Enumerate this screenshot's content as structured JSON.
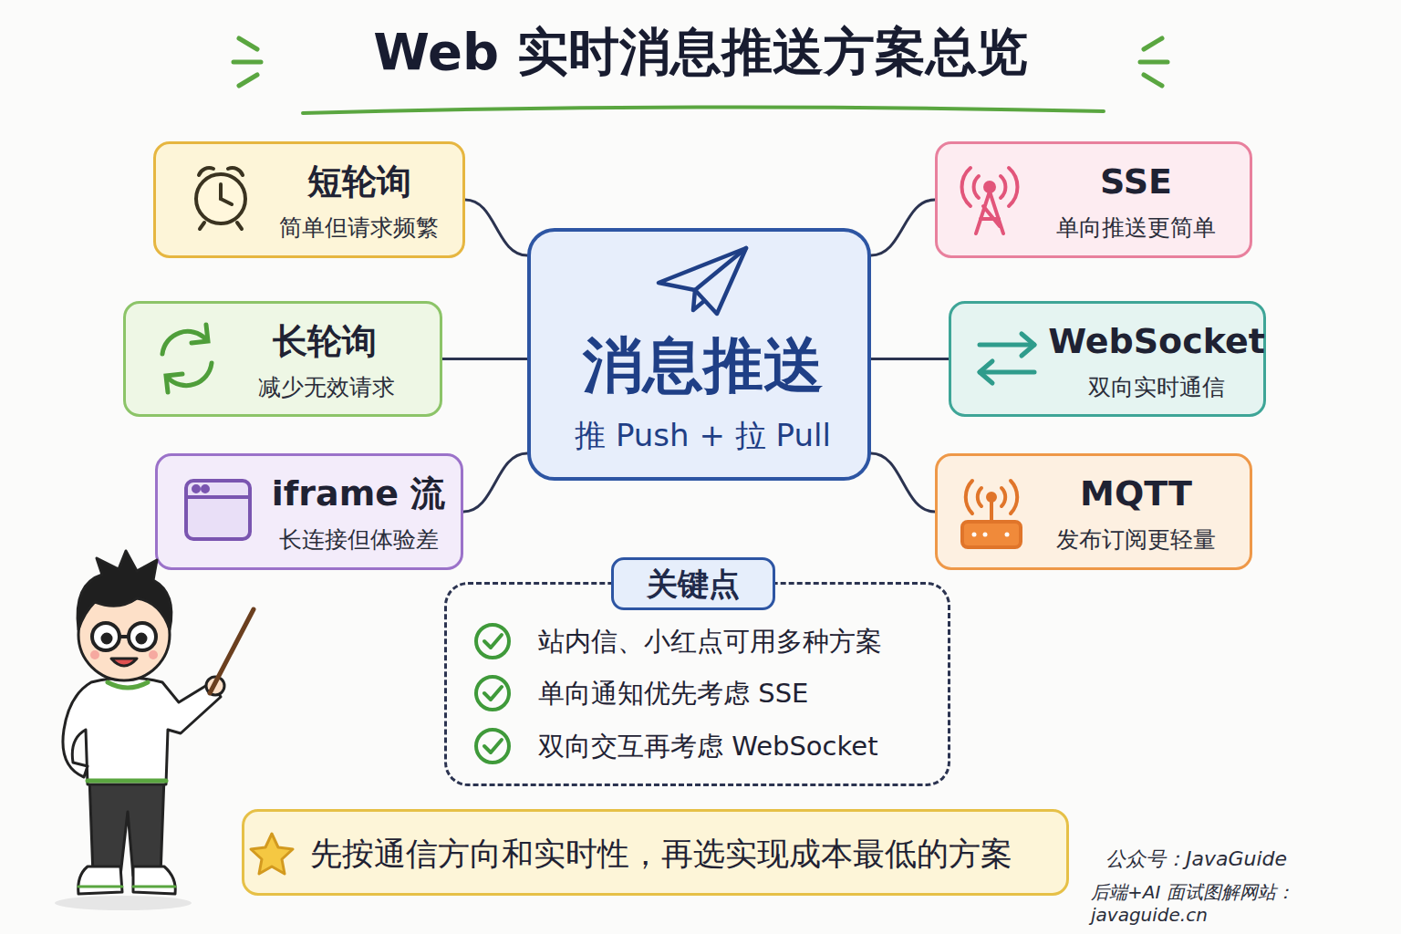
{
  "diagram": {
    "title": "Web 实时消息推送方案总览",
    "nodes": [
      {
        "text": [
          "短轮询",
          "简单但请求频繁"
        ]
      },
      {
        "text": [
          "SSE",
          "单向推送更简单"
        ]
      },
      {
        "text": [
          "长轮询",
          "减少无效请求"
        ]
      },
      {
        "text": [
          "消息推送",
          "推 Push + 拉 Pull"
        ]
      },
      {
        "text": [
          "WebSocket",
          "双向实时通信"
        ]
      },
      {
        "text": [
          "iframe 流",
          "长连接但体验差"
        ]
      },
      {
        "text": [
          "MQTT",
          "发布订阅更轻量"
        ]
      },
      {
        "text": [
          "关键点",
          "站内信、小红点可用多种方案",
          "单向通知优先考虑 SSE",
          "双向交互再考虑 WebSocket"
        ]
      },
      {
        "text": [
          "先按通信方向和实时性，再选实现成本最低的方案"
        ]
      }
    ],
    "edges": [
      {
        "from": 3,
        "to": 0,
        "arrow": "none"
      },
      {
        "from": 3,
        "to": 1,
        "arrow": "none"
      },
      {
        "from": 3,
        "to": 2,
        "arrow": "none"
      },
      {
        "from": 3,
        "to": 4,
        "arrow": "none"
      },
      {
        "from": 3,
        "to": 5,
        "arrow": "none"
      },
      {
        "from": 3,
        "to": 6,
        "arrow": "none"
      }
    ],
    "labels": [
      "公众号：JavaGuide",
      "后端+AI 面试图解网站：javaguide.cn"
    ]
  }
}
